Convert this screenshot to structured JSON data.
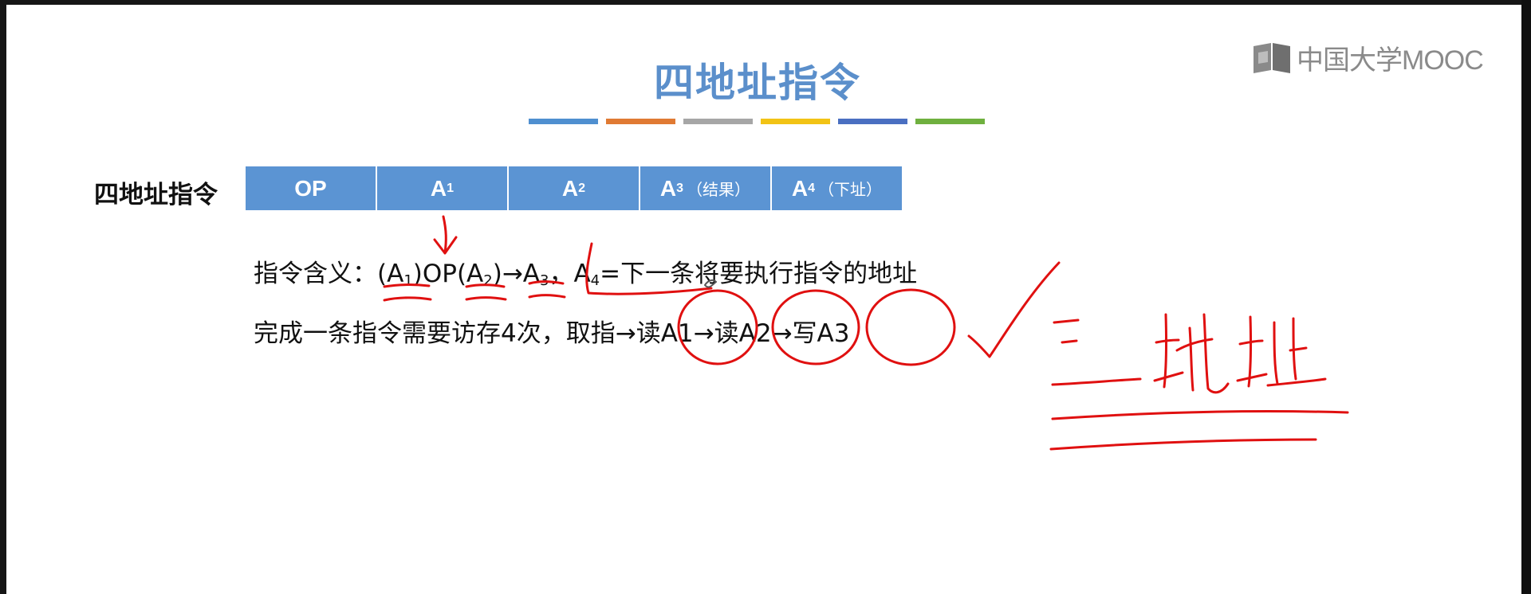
{
  "title": "四地址指令",
  "title_bar_colors": [
    "#4f8fd0",
    "#e07a33",
    "#a6a6a6",
    "#f2c315",
    "#4a6fc1",
    "#6fb03f"
  ],
  "logo": {
    "text": "中国大学MOOC",
    "icon": "mooc-book-icon"
  },
  "format": {
    "label": "四地址指令",
    "fields": [
      {
        "main": "OP",
        "sub": "",
        "note": ""
      },
      {
        "main": "A",
        "sub": "1",
        "note": ""
      },
      {
        "main": "A",
        "sub": "2",
        "note": ""
      },
      {
        "main": "A",
        "sub": "3",
        "note": "（结果）"
      },
      {
        "main": "A",
        "sub": "4",
        "note": "（下址）"
      }
    ]
  },
  "meaning": {
    "prefix": "指令含义：",
    "a": "(A",
    "a_sub": "1",
    "op": ")OP(A",
    "op_sub": "2",
    "arrow": ")→A",
    "res_sub": "3",
    "sep": "，A",
    "next_sub": "4",
    "rest": "=下一条将要执行指令的地址"
  },
  "access": {
    "text": "完成一条指令需要访存4次，取指",
    "steps": [
      "读A1",
      "读A2",
      "写A3"
    ]
  },
  "annotation": {
    "handwritten": "三地址",
    "ink_color": "#e01010"
  }
}
